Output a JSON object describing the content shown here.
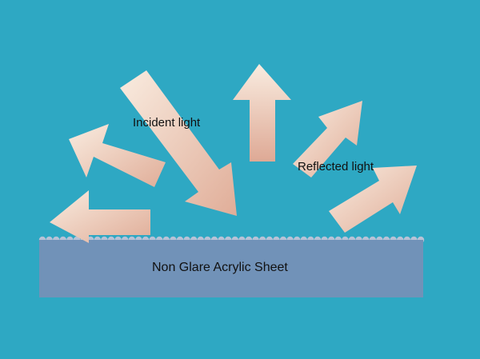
{
  "labels": {
    "incident": "Incident light",
    "reflected": "Reflected light",
    "sheet": "Non Glare Acrylic Sheet"
  },
  "colors": {
    "background": "#2ea8c3",
    "sheet": "#7192b8",
    "bumps": "#b8c2d6",
    "arrow_light": "#f7e8d9",
    "arrow_dark": "#e2b19c"
  }
}
